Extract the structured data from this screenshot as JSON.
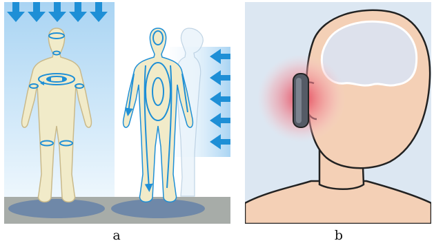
{
  "figure": {
    "panels": [
      {
        "id": "a",
        "caption": "a"
      },
      {
        "id": "b",
        "caption": "b"
      }
    ]
  },
  "colors": {
    "arrow_blue": "#1e8fd6",
    "field_blue": "#bfe0f7",
    "body_fill": "#f1ebc9",
    "body_outline": "#c9b98a",
    "floor_gray": "#a7aca8",
    "shadow_blue": "#6f88a8",
    "panel_b_bg": "#dce7f2",
    "skin": "#f4d0b6",
    "brain": "#dde1ec",
    "device": "#555b66",
    "glow_red": "#e0364c"
  },
  "icons": [
    "down-arrow-icon",
    "left-arrow-icon",
    "current-loop-icon",
    "ear-device-icon"
  ]
}
